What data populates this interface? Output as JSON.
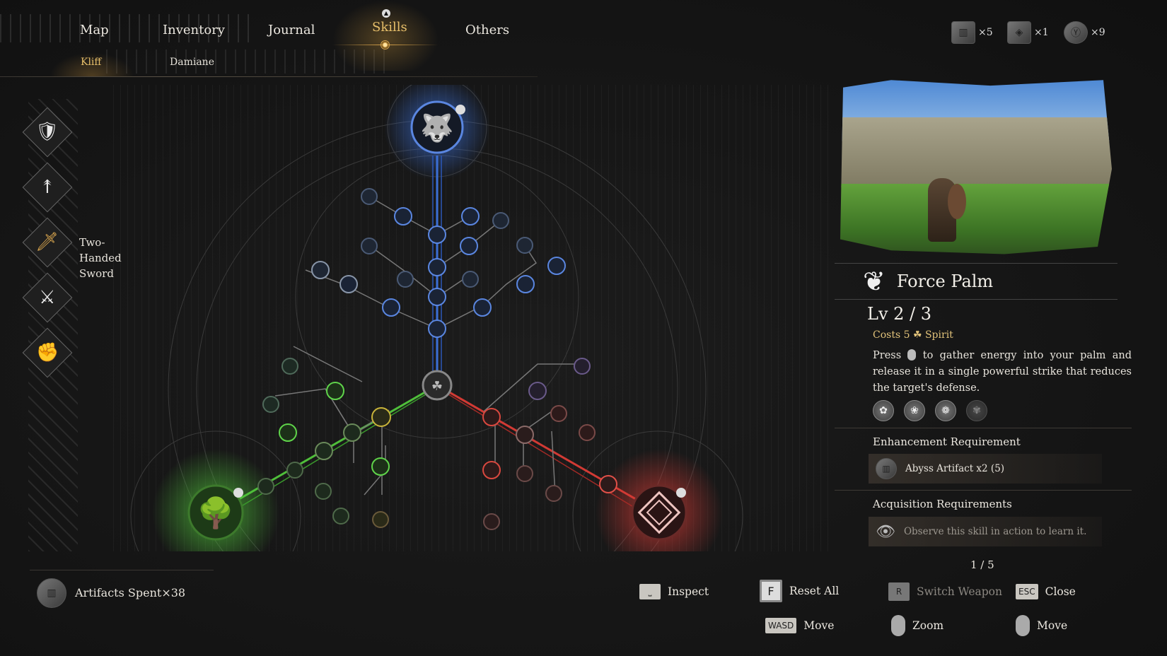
{
  "nav": {
    "tabs": [
      {
        "label": "Map"
      },
      {
        "label": "Inventory"
      },
      {
        "label": "Journal"
      },
      {
        "label": "Skills",
        "active": true
      },
      {
        "label": "Others"
      }
    ],
    "skills_badge_icon": "up-arrow-icon",
    "subtabs": [
      {
        "label": "Kliff",
        "active": true
      },
      {
        "label": "Damiane"
      }
    ]
  },
  "currencies": [
    {
      "icon": "abyss-artifact-icon",
      "count": "×5"
    },
    {
      "icon": "dark-cube-icon",
      "count": "×1"
    },
    {
      "icon": "rune-stone-icon",
      "count": "×9"
    }
  ],
  "weapons": {
    "items": [
      {
        "name": "sword-and-shield",
        "glyph": "🛡"
      },
      {
        "name": "spear",
        "glyph": "↟"
      },
      {
        "name": "two-handed-sword",
        "glyph": "🗡",
        "active": true
      },
      {
        "name": "dual-swords",
        "glyph": "⚔"
      },
      {
        "name": "fists",
        "glyph": "✊"
      }
    ],
    "active_label_line1": "Two-",
    "active_label_line2": "Handed",
    "active_label_line3": "Sword"
  },
  "tree": {
    "branches": [
      {
        "name": "wolf",
        "color": "#3b6fd6",
        "root_icon": "wolf-icon"
      },
      {
        "name": "tree",
        "color": "#4fbf3a",
        "root_icon": "tree-icon"
      },
      {
        "name": "rune",
        "color": "#d23a34",
        "root_icon": "rune-diamond-icon"
      }
    ],
    "center_icon": "triquetra-icon"
  },
  "artifacts_spent": {
    "label": "Artifacts Spent",
    "count": "×38"
  },
  "detail": {
    "skill_name": "Force Palm",
    "skill_icon": "maple-leaf-icon",
    "level": "Lv 2 / 3",
    "cost_prefix": "Costs 5",
    "cost_resource": "Spirit",
    "desc_before": "Press",
    "desc_after": "to gather energy into your palm and release it in a single powerful strike that reduces the target's defense.",
    "tiers": [
      "✿",
      "❀",
      "❁",
      "✾"
    ],
    "enhancement_title": "Enhancement Requirement",
    "enhancement_item": "Abyss Artifact  x2 (5)",
    "acquisition_title": "Acquisition Requirements",
    "acquisition_text": "Observe this skill in action to learn it.",
    "pager": "1 / 5"
  },
  "hints": {
    "inspect_key": "⎵",
    "inspect": "Inspect",
    "reset_key": "F",
    "reset": "Reset All",
    "switch_key": "R",
    "switch": "Switch Weapon",
    "close_key": "ESC",
    "close": "Close",
    "move_key": "WASD",
    "move": "Move",
    "zoom": "Zoom",
    "mouse_move": "Move"
  }
}
